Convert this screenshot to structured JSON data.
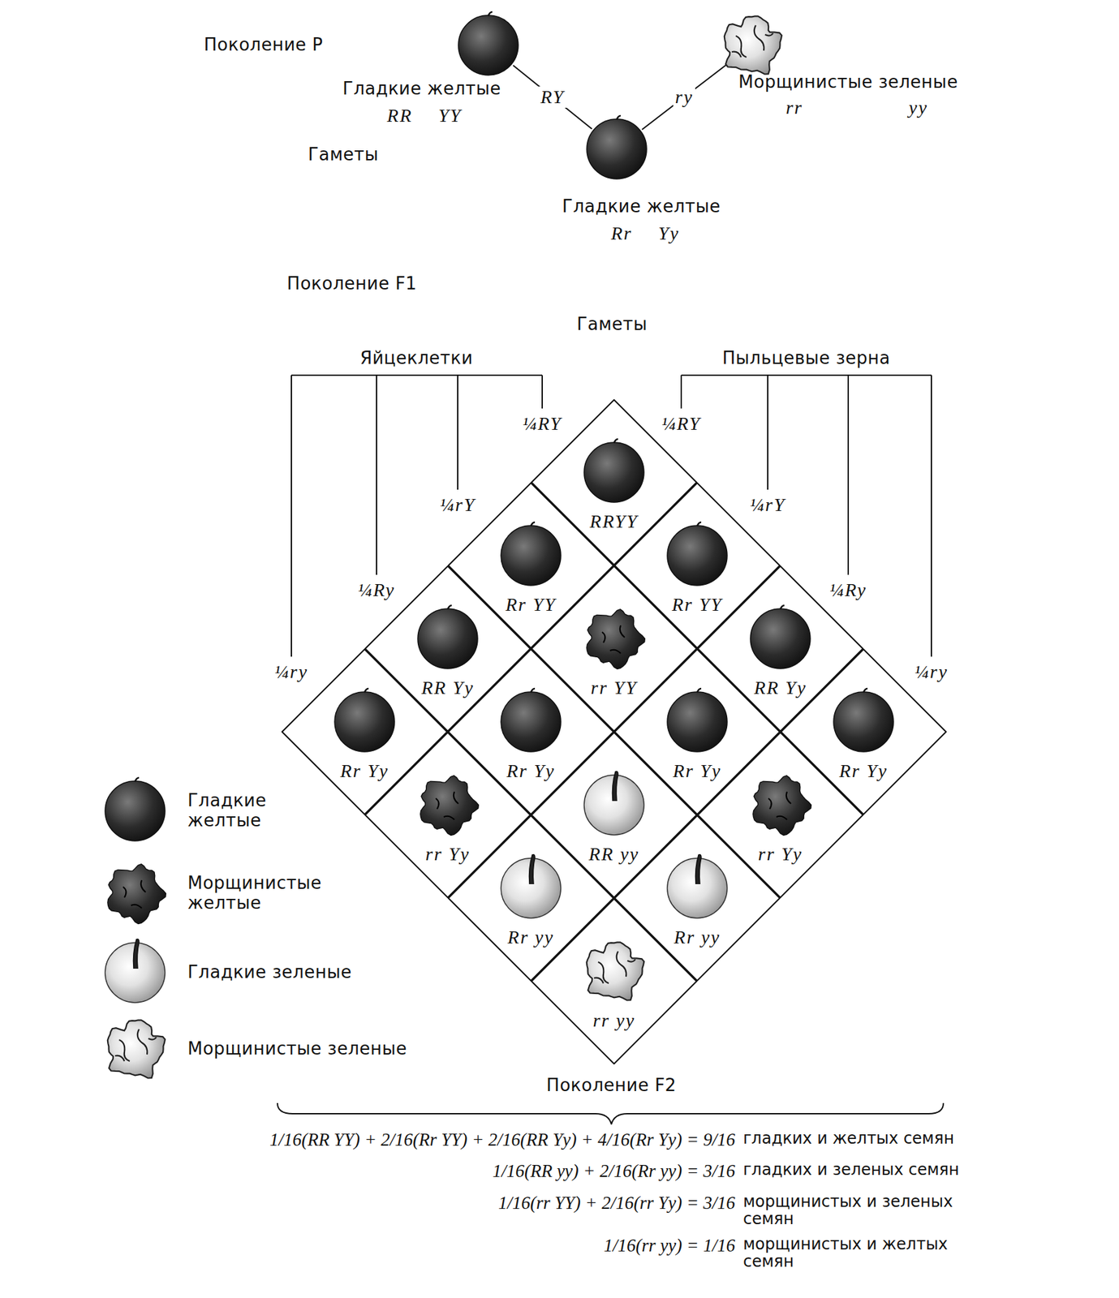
{
  "diagram": {
    "nodes": [
      {
        "text": [
          "Гладкие желтые",
          "RR YY"
        ]
      },
      {
        "text": [
          "Морщинистые зеленые",
          "rr yy"
        ]
      },
      {
        "text": [
          "Гладкие желтые",
          "Rr Yy"
        ]
      },
      {
        "text": [
          "RRYY"
        ]
      },
      {
        "text": [
          "Rr YY"
        ]
      },
      {
        "text": [
          "Rr YY"
        ]
      },
      {
        "text": [
          "RR Yy"
        ]
      },
      {
        "text": [
          "rr YY"
        ]
      },
      {
        "text": [
          "RR Yy"
        ]
      },
      {
        "text": [
          "Rr Yy"
        ]
      },
      {
        "text": [
          "Rr Yy"
        ]
      },
      {
        "text": [
          "Rr Yy"
        ]
      },
      {
        "text": [
          "Rr Yy"
        ]
      },
      {
        "text": [
          "rr Yy"
        ]
      },
      {
        "text": [
          "RR yy"
        ]
      },
      {
        "text": [
          "rr Yy"
        ]
      },
      {
        "text": [
          "Rr yy"
        ]
      },
      {
        "text": [
          "Rr yy"
        ]
      },
      {
        "text": [
          "rr yy"
        ]
      }
    ],
    "edges": [
      {
        "from": 0,
        "to": 2,
        "label": "RY",
        "arrow": "none"
      },
      {
        "from": 1,
        "to": 2,
        "label": "ry",
        "arrow": "none"
      }
    ],
    "labels": [
      "Поколение P",
      "Гаметы",
      "Поколение F1",
      "Гаметы",
      "Яйцеклетки",
      "Пыльцевые зерна",
      "¼RY",
      "¼RY",
      "¼rY",
      "¼rY",
      "¼Ry",
      "¼Ry",
      "¼ry",
      "¼ry",
      "Поколение F2",
      "1/16(RR YY) + 2/16(Rr YY) + 2/16(RR Yy) + 4/16(Rr Yy) = 9/16",
      "гладких и желтых семян",
      "1/16(RR yy) + 2/16(Rr yy) = 3/16",
      "гладких и зеленых семян",
      "1/16(rr YY) + 2/16(rr Yy) = 3/16",
      "морщинистых и зеленых семян",
      "1/16(rr yy) = 1/16",
      "морщинистых и желтых семян"
    ],
    "legend": [
      {
        "text": "Гладкие желтые"
      },
      {
        "text": "Морщинистые желтые"
      },
      {
        "text": "Гладкие зеленые"
      },
      {
        "text": "Морщинистые зеленые"
      }
    ]
  }
}
